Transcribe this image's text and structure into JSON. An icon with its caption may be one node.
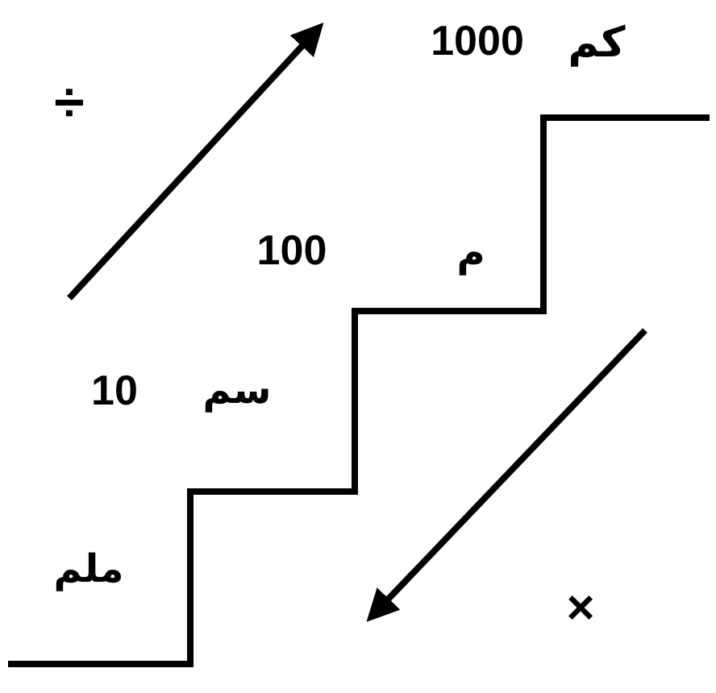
{
  "diagram": {
    "labels": [
      "كم",
      "1000",
      "÷",
      "م",
      "100",
      "سم",
      "10",
      "ملم",
      "×"
    ]
  }
}
